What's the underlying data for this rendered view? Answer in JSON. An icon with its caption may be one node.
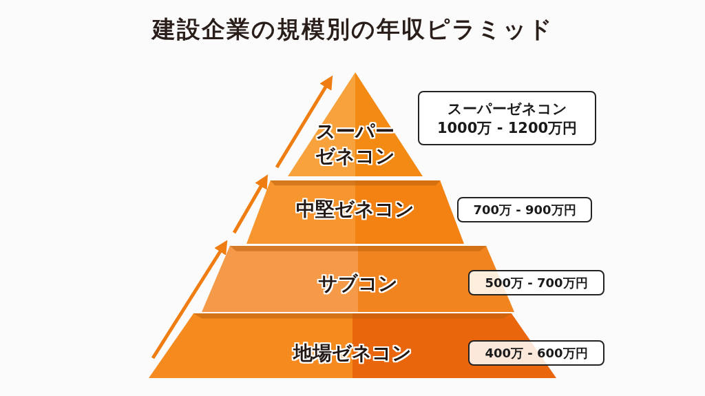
{
  "diagram": {
    "title": "建設企業の規模別の年収ピラミッド",
    "nodes": [
      {
        "text": [
          "スーパーゼネコン"
        ]
      },
      {
        "text": [
          "スーパーゼネコン",
          "1000万 - 1200万円"
        ]
      },
      {
        "text": [
          "中堅ゼネコン"
        ]
      },
      {
        "text": [
          "700万 - 900万円"
        ]
      },
      {
        "text": [
          "サブコン"
        ]
      },
      {
        "text": [
          "500万 - 700万円"
        ]
      },
      {
        "text": [
          "地場ゼネコン"
        ]
      },
      {
        "text": [
          "400万 - 600万円"
        ]
      }
    ]
  }
}
